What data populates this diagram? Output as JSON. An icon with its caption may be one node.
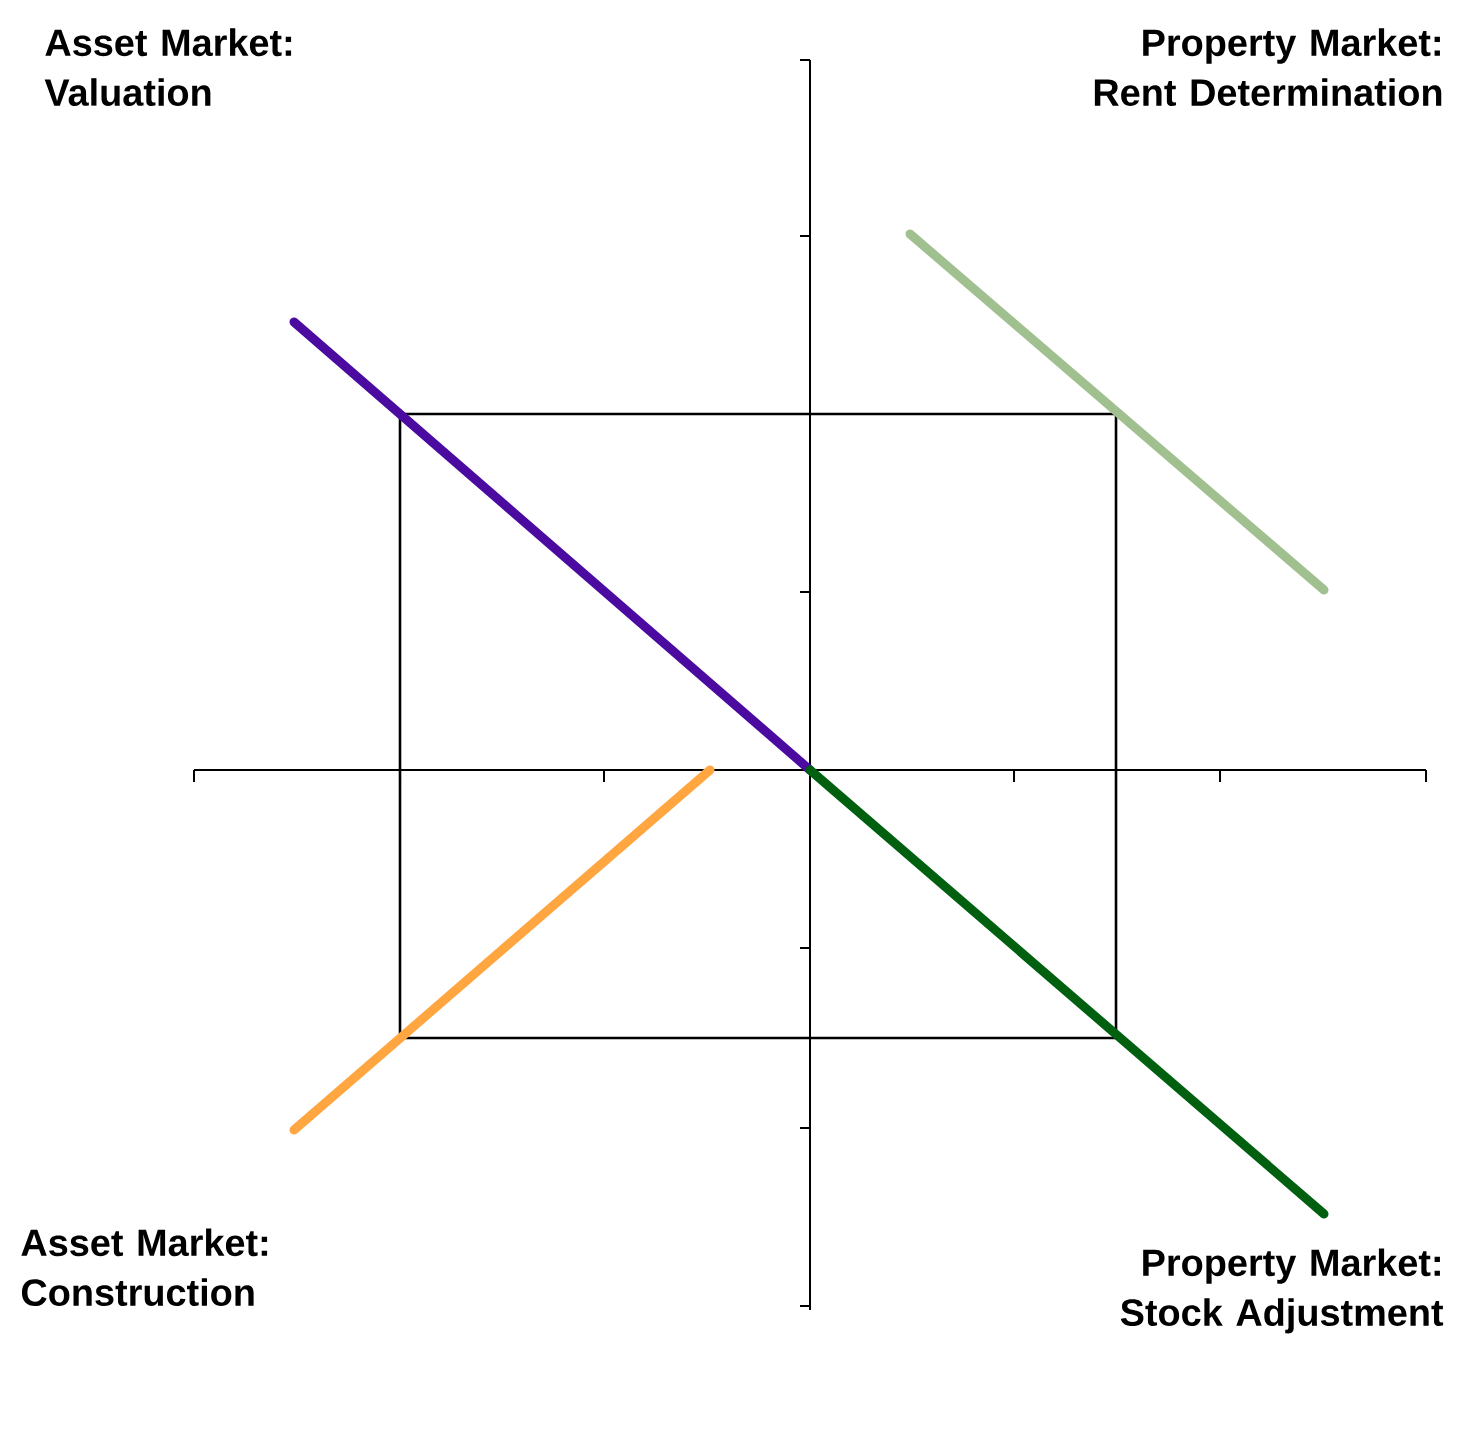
{
  "diagram": {
    "labels": [
      "Asset Market: Valuation",
      "Property Market: Rent Determination",
      "Asset Market: Construction",
      "Property Market: Stock Adjustment"
    ]
  }
}
